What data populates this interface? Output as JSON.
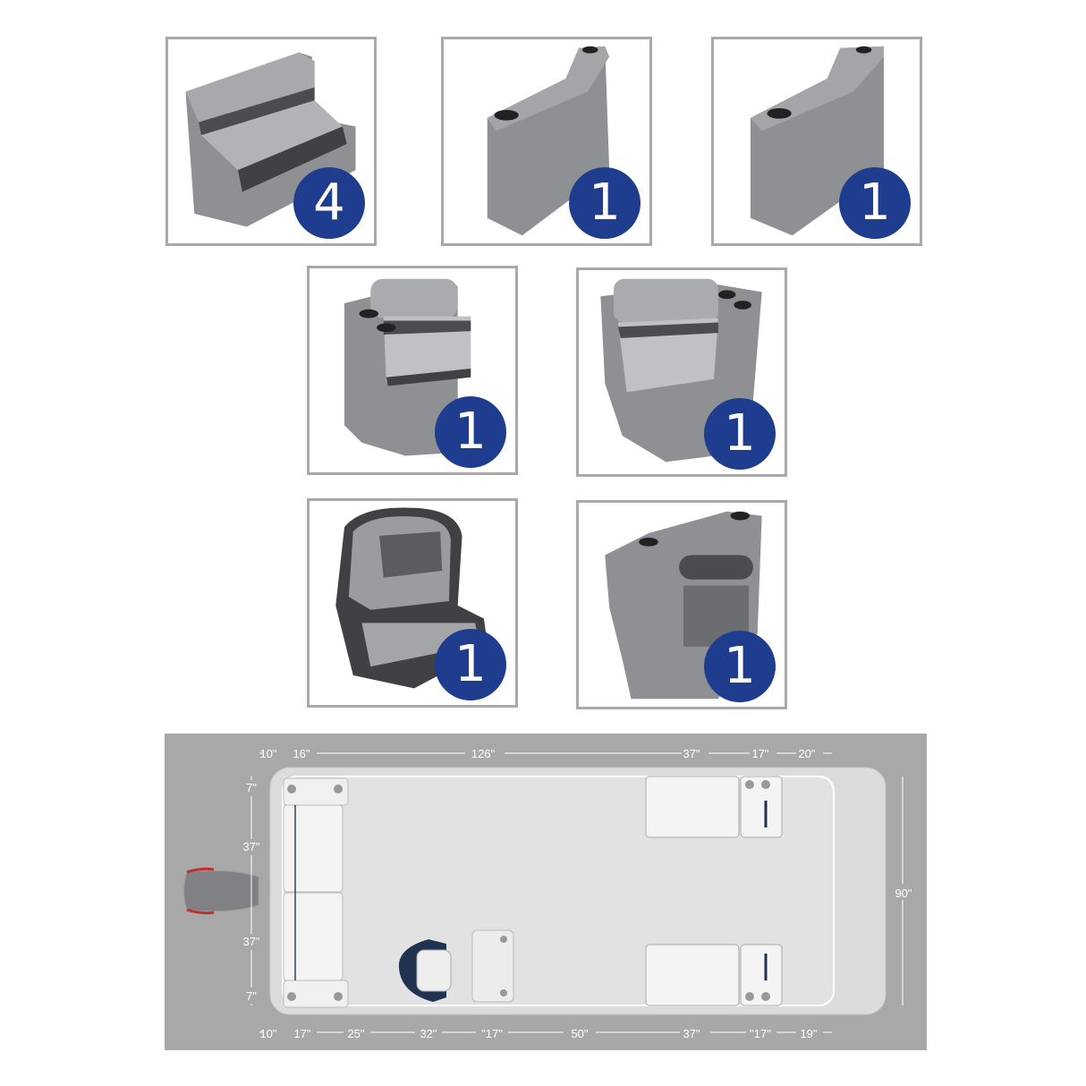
{
  "products": [
    {
      "name": "bench-seat",
      "quantity": "4"
    },
    {
      "name": "cup-holder-armrest-left",
      "quantity": "1"
    },
    {
      "name": "cup-holder-armrest-right",
      "quantity": "1"
    },
    {
      "name": "corner-lounge-left",
      "quantity": "1"
    },
    {
      "name": "corner-lounge-right",
      "quantity": "1"
    },
    {
      "name": "captain-helm-chair",
      "quantity": "1"
    },
    {
      "name": "helm-console",
      "quantity": "1"
    }
  ],
  "colors": {
    "badge": "#1f3d8e",
    "seat_light": "#9a9c9f",
    "seat_dark": "#4a4c50",
    "diagram_bg": "#a8a8a8",
    "deck": "#dcdcdc"
  },
  "layout_diagram": {
    "top_dimensions": [
      "10\"",
      "16\"",
      "126\"",
      "37\"",
      "17\"",
      "20\""
    ],
    "bottom_dimensions": [
      "10\"",
      "17\"",
      "25\"",
      "32\"",
      "\"17\"",
      "50\"",
      "37\"",
      "\"17\"",
      "19\""
    ],
    "left_dimensions": [
      "7\"",
      "37\"",
      "37\"",
      "7\""
    ],
    "right_dimension": "90\""
  }
}
